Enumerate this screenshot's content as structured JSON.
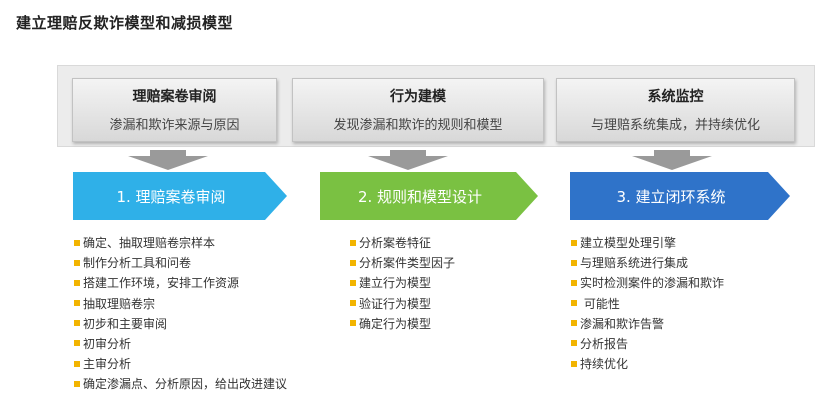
{
  "title": "建立理赔反欺诈模型和减损模型",
  "stages": [
    {
      "title": "理赔案卷审阅",
      "subtitle": "渗漏和欺诈来源与原因"
    },
    {
      "title": "行为建模",
      "subtitle": "发现渗漏和欺诈的规则和模型"
    },
    {
      "title": "系统监控",
      "subtitle": "与理赔系统集成，并持续优化"
    }
  ],
  "steps": [
    {
      "label": "1. 理赔案卷审阅",
      "color": "#2fb0e8"
    },
    {
      "label": "2. 规则和模型设计",
      "color": "#7ac142"
    },
    {
      "label": "3. 建立闭环系统",
      "color": "#2f73c9"
    }
  ],
  "lists": [
    [
      "确定、抽取理赔卷宗样本",
      "制作分析工具和问卷",
      "搭建工作环境，安排工作资源",
      "抽取理赔卷宗",
      "初步和主要审阅",
      "初审分析",
      "主审分析",
      "确定渗漏点、分析原因，给出改进建议"
    ],
    [
      "分析案卷特征",
      "分析案件类型因子",
      "建立行为模型",
      "验证行为模型",
      "确定行为模型"
    ],
    [
      "建立模型处理引擎",
      "与理赔系统进行集成",
      "实时检测案件的渗漏和欺诈",
      " 可能性",
      "渗漏和欺诈告警",
      "分析报告",
      "持续优化"
    ]
  ],
  "colors": {
    "bullet": "#f2b400",
    "arrow_gray": "#9a9a9a"
  }
}
